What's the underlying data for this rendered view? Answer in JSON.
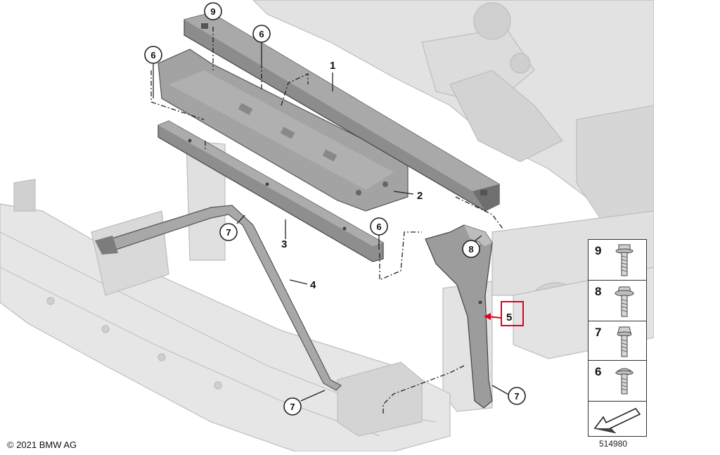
{
  "callouts": {
    "c9_top": "9",
    "c6_top": "6",
    "c6_left": "6",
    "c7_stay": "7",
    "c6_mid": "6",
    "c8_bracket": "8",
    "c7_bottom_left": "7",
    "c7_bottom_right": "7"
  },
  "part_labels": {
    "p1": "1",
    "p2": "2",
    "p3": "3",
    "p4": "4",
    "p5": "5"
  },
  "fastener_panel": [
    {
      "number": "9",
      "icon": "flange-bolt-icon"
    },
    {
      "number": "8",
      "icon": "washer-bolt-icon"
    },
    {
      "number": "7",
      "icon": "hex-bolt-icon"
    },
    {
      "number": "6",
      "icon": "button-head-bolt-icon"
    }
  ],
  "colors": {
    "background_part": "#d9d9d9",
    "background_stroke": "#b8b8b8",
    "part_fill": "#9a9a9a",
    "part_dark": "#7e7e7e",
    "highlight": "#e0001b"
  },
  "copyright": "© 2021 BMW AG",
  "diagram_id": "514980"
}
